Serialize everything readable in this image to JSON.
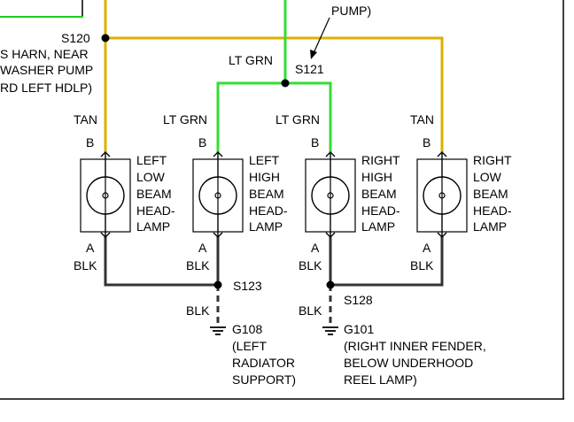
{
  "colors": {
    "tan_wire": "#dcb000",
    "lt_grn_wire": "#33dd33",
    "blk_wire": "#333333",
    "ink": "#000000",
    "background": "#ffffff"
  },
  "top": {
    "pump_fragment": "PUMP)",
    "harness_note": [
      "S HARN, NEAR",
      "WASHER PUMP",
      "RD LEFT HDLP)"
    ]
  },
  "splices": {
    "s120": "S120",
    "s121": "S121",
    "s123": "S123",
    "s128": "S128"
  },
  "wire_labels": {
    "feed_lt_grn": "LT GRN",
    "left_low": "TAN",
    "left_high": "LT GRN",
    "right_high": "LT GRN",
    "right_low": "TAN"
  },
  "terminals": {
    "b": "B",
    "a": "A"
  },
  "ground_wire_label": "BLK",
  "lamps": [
    {
      "id": "left-low-beam",
      "label": [
        "LEFT",
        "LOW",
        "BEAM",
        "HEAD-",
        "LAMP"
      ],
      "pin_b": "B",
      "pin_a": "A",
      "feed": "TAN",
      "ground": "BLK"
    },
    {
      "id": "left-high-beam",
      "label": [
        "LEFT",
        "HIGH",
        "BEAM",
        "HEAD-",
        "LAMP"
      ],
      "pin_b": "B",
      "pin_a": "A",
      "feed": "LT GRN",
      "ground": "BLK"
    },
    {
      "id": "right-high-beam",
      "label": [
        "RIGHT",
        "HIGH",
        "BEAM",
        "HEAD-",
        "LAMP"
      ],
      "pin_b": "B",
      "pin_a": "A",
      "feed": "LT GRN",
      "ground": "BLK"
    },
    {
      "id": "right-low-beam",
      "label": [
        "RIGHT",
        "LOW",
        "BEAM",
        "HEAD-",
        "LAMP"
      ],
      "pin_b": "B",
      "pin_a": "A",
      "feed": "TAN",
      "ground": "BLK"
    }
  ],
  "grounds": [
    {
      "id": "g108",
      "label": [
        "G108",
        "(LEFT",
        "RADIATOR",
        "SUPPORT)"
      ]
    },
    {
      "id": "g101",
      "label": [
        "G101",
        "(RIGHT INNER FENDER,",
        "BELOW UNDERHOOD",
        "REEL LAMP)"
      ]
    }
  ]
}
